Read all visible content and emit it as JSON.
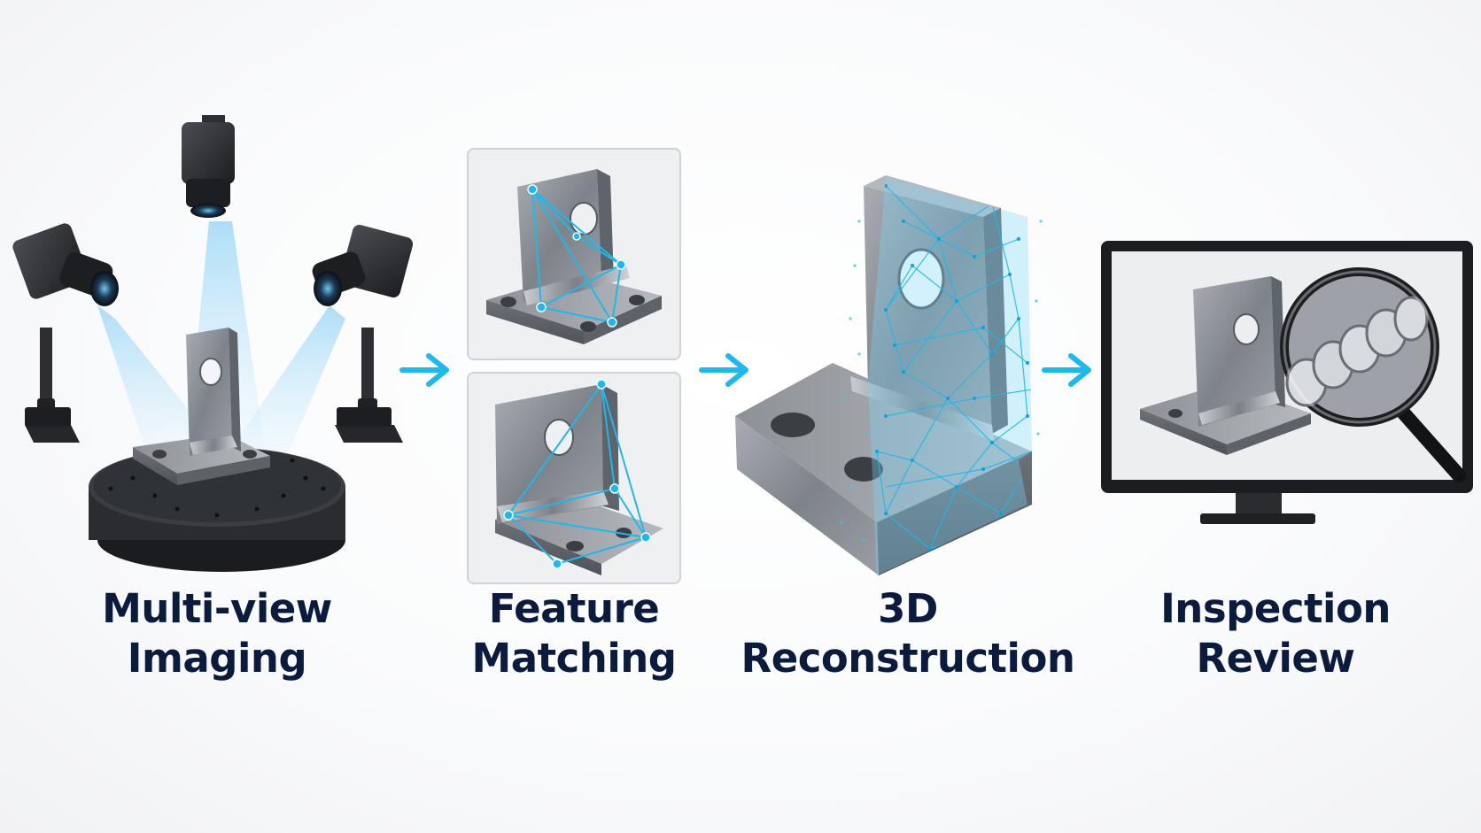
{
  "steps": [
    {
      "line1": "Multi-view",
      "line2": "Imaging"
    },
    {
      "line1": "Feature",
      "line2": "Matching"
    },
    {
      "line1": "3D",
      "line2": "Reconstruction"
    },
    {
      "line1": "Inspection",
      "line2": "Review"
    }
  ],
  "colors": {
    "accent": "#1fb8ec",
    "label": "#0b1b3d",
    "metal": "#8a8f96",
    "dark": "#2a2d31"
  },
  "icons": [
    "camera-icon",
    "camera-icon",
    "camera-icon",
    "turntable-icon",
    "bracket-icon",
    "arrow-right-icon",
    "monitor-icon",
    "magnifier-icon"
  ]
}
